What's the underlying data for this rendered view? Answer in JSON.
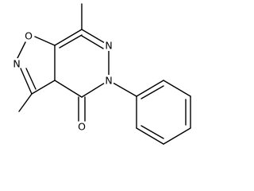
{
  "structure": {
    "atoms": {
      "oxygen_ring": "O",
      "nitrogen_isoxazole": "N",
      "nitrogen_pyridazine_top": "N",
      "nitrogen_pyridazine_phenyl": "N",
      "oxygen_carbonyl": "O"
    }
  }
}
